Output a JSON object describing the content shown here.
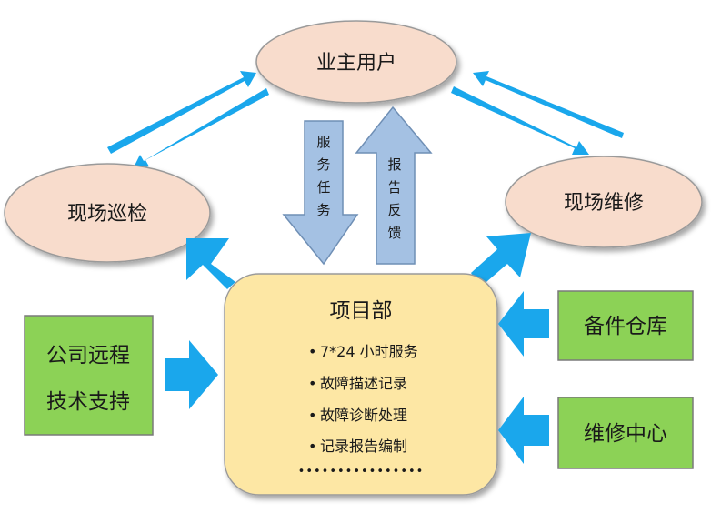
{
  "nodes": {
    "owner": "业主用户",
    "inspection": "现场巡检",
    "repair": "现场维修",
    "project": {
      "title": "项目部",
      "items": [
        "7*24 小时服务",
        "故障描述记录",
        "故障诊断处理",
        "记录报告编制"
      ],
      "more": "••••••••••••••••"
    },
    "remote": {
      "line1": "公司远程",
      "line2": "技术支持"
    },
    "spares": "备件仓库",
    "repair_center": "维修中心"
  },
  "arrows": {
    "down_label": [
      "服",
      "务",
      "任",
      "务"
    ],
    "up_label": [
      "报",
      "告",
      "反",
      "馈"
    ]
  },
  "colors": {
    "oval_fill": "#f8dccc",
    "center_fill": "#fde7a4",
    "green_fill": "#8cd256",
    "arrow_blue": "#1aa7ec",
    "block_arrow_fill": "#a4c1e3",
    "block_arrow_stroke": "#6f8fb5"
  }
}
